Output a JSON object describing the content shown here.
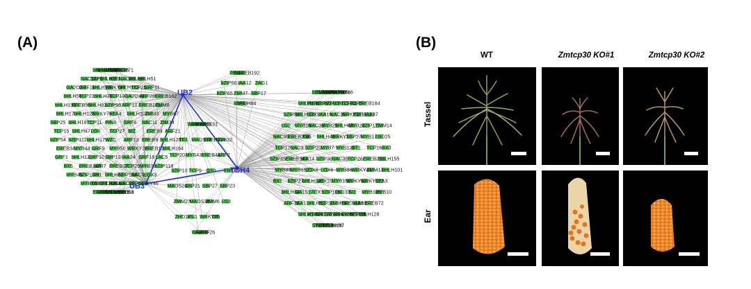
{
  "panel_a": {
    "label": "(A)",
    "hubs": {
      "ub2": "UB2",
      "ub3": "UB3",
      "tsh4": "TSH4"
    },
    "left_cluster_genes": [
      "bHLH129",
      "bHLH160",
      "NAC26",
      "MYB60",
      "bHLH21",
      "ARF16",
      "bZIP71",
      "NAC127",
      "SBP6",
      "bHLH60",
      "ICE1",
      "NAC60",
      "bHLH9",
      "bHLH51",
      "GA2OX7",
      "GRF11",
      "bHLH150",
      "WRKY97",
      "bHLH172",
      "TCP25",
      "GRF11",
      "bHLH56",
      "TCP23",
      "bHLH36",
      "TCP13",
      "GA2OX1",
      "ARF28",
      "EREB162",
      "bHLH131",
      "EREB90",
      "bHLH83",
      "bZIP98",
      "ARF10",
      "EREB161",
      "ZMM8",
      "bHLH17",
      "bHLH123",
      "WRKY75",
      "FEA4",
      "bHLH107",
      "ZMM3",
      "MYB67",
      "SBP25",
      "bHLH18",
      "TCP11",
      "PIN8",
      "GRF6",
      "NAC11",
      "ZIM34",
      "TCP15",
      "bHLH47",
      "LOX",
      "TCP27",
      "WZ",
      "EREB4",
      "ARF21",
      "bZIP54",
      "bZIP112",
      "bHLH17",
      "WZC",
      "ARF13",
      "EREB9",
      "bHLH126",
      "EREB34",
      "MYB44",
      "GRF9",
      "MYB50",
      "WRKY28",
      "EREB13",
      "bHLH164",
      "GRF1",
      "bHLH12",
      "GRF10",
      "SBP10",
      "IAA24",
      "GRF18",
      "LAC5",
      "BX5",
      "EREB148",
      "bZR7",
      "EREB17",
      "TCP29",
      "MYB78",
      "bZIP118",
      "MYB45",
      "bZIP103",
      "SH1",
      "bHLH53",
      "bZIP124",
      "NAC9",
      "LOX3",
      "MYB103",
      "SWEET11a",
      "bHLH154",
      "NAC38",
      "NAC23",
      "SBP11",
      "WRKY46",
      "EREB50",
      "SBP7",
      "EREB138",
      "bHLH123",
      "GA2OX3",
      "bHLH114",
      "EREB8"
    ],
    "middle_genes": [
      "WRKY6",
      "bHLH13",
      "bHLH3",
      "NAC101",
      "TE1",
      "MADS73",
      "EREB114",
      "MYB32",
      "TCP20",
      "MYB43",
      "EREB41",
      "ARF2",
      "bZIP10",
      "TCP9",
      "G10",
      "EREB31",
      "MADS24",
      "SBP21",
      "SBP27",
      "SBP23",
      "ZMM27",
      "MADS34",
      "ZMM6",
      "LG3",
      "ZHD17",
      "EIL1",
      "WRKY75",
      "D8",
      "WRKY7",
      "ARF8",
      "ARF26"
    ],
    "top_genes": [
      "PIN4",
      "SU4",
      "EREB192",
      "bZIP66",
      "IAA12",
      "ZAG1",
      "bZIP65",
      "ZMM7",
      "SBP17",
      "MYB3",
      "bHLH84"
    ],
    "right_cluster_genes": [
      "bHLH73",
      "ZMM29",
      "bZIP73",
      "bZIP7",
      "WRKY90",
      "bHLH156",
      "BBR4",
      "ZMM16",
      "bHLH151",
      "PIN10",
      "bZIP97",
      "bZIP120",
      "MYB131",
      "TCP44",
      "TCP5",
      "EREB184",
      "bZIP53",
      "bHLH123",
      "LOX9",
      "IAA19",
      "NAC29",
      "WRKY111",
      "EREB119",
      "IAA37",
      "LG2",
      "MYB18",
      "NAC30",
      "MYB21",
      "bHLH63",
      "MYB24",
      "bZIP117",
      "ZMM14",
      "NAC95",
      "EREB208",
      "TS6",
      "bHLH48",
      "WRKY16",
      "TCP27",
      "MYB17",
      "LBD25",
      "TCP12",
      "NAC3",
      "bZIP20",
      "MYB7",
      "MYB126",
      "GT1",
      "TCP16",
      "BX3",
      "bZIP45",
      "EREB143",
      "IAA14",
      "bZIP38",
      "NAC36",
      "TCP26",
      "EREB212",
      "bHLH155",
      "MYB89",
      "MYB152",
      "LOX4",
      "LOX6",
      "MYB86",
      "WRKY44",
      "ZMM13",
      "bHLH101",
      "BX1",
      "bZIP27",
      "bHLH146",
      "LOX10",
      "MYB159",
      "WRKY37",
      "WRKY122",
      "FEA3",
      "bHLH34",
      "GA1S",
      "17OX",
      "bZIP105",
      "LBD33",
      "SI1",
      "MYB125",
      "MYB10",
      "ARF35",
      "IAA1",
      "bHLH82",
      "TCP30",
      "ZMM18",
      "EREB198",
      "IAA33",
      "EREB72",
      "bHLH140",
      "MYB74",
      "NAC70",
      "EREB84",
      "WRKY38",
      "SWEET11b",
      "bZIP79",
      "bHLH128",
      "SWEET3a",
      "TB1",
      "BX2",
      "bHLH130",
      "bHLH97"
    ]
  },
  "panel_b": {
    "label": "(B)",
    "columns": [
      "WT",
      "Zmtcp30 KO#1",
      "Zmtcp30 KO#2"
    ],
    "rows": [
      "Tassel",
      "Ear"
    ]
  },
  "colors": {
    "hub_blue": "#1a2fd6",
    "edge_grey": "#9a9a9a",
    "node_green": "#33cc33",
    "kernel_orange": "#e8731a"
  }
}
